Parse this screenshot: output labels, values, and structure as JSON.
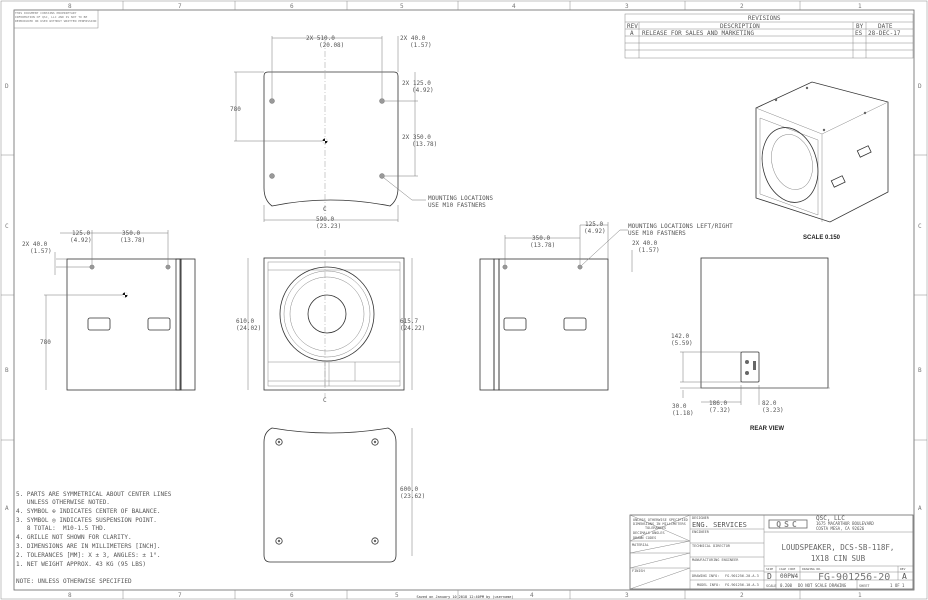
{
  "zones": {
    "columns": [
      "8",
      "7",
      "6",
      "5",
      "4",
      "3",
      "2",
      "1"
    ],
    "rows": [
      "D",
      "C",
      "B",
      "A"
    ]
  },
  "header_note": "THIS DOCUMENT CONTAINS PROPRIETARY INFORMATION OF QSC, LLC AND IS NOT TO BE REPRODUCED OR USED WITHOUT WRITTEN PERMISSION",
  "revisions": {
    "title": "REVISIONS",
    "headers": [
      "REV",
      "DESCRIPTION",
      "BY",
      "DATE"
    ],
    "rows": [
      {
        "rev": "A",
        "description": "RELEASE FOR SALES AND MARKETING",
        "by": "ES",
        "date": "28-DEC-17"
      }
    ]
  },
  "top_view": {
    "dim_holes_x": "2X 510.0",
    "dim_holes_x_in": "(20.08)",
    "dim_edge_x": "2X 40.0",
    "dim_edge_x_in": "(1.57)",
    "dim_edge_y": "2X 125.0",
    "dim_edge_y_in": "(4.92)",
    "dim_holes_y": "2X 350.0",
    "dim_holes_y_in": "(13.78)",
    "dim_cog": "780",
    "dim_width": "590.0",
    "dim_width_in": "(23.23)",
    "centerline": "C",
    "callout_1": "MOUNTING LOCATIONS",
    "callout_2": "USE M10 FASTNERS"
  },
  "left_view": {
    "dim_a": "125.0",
    "dim_a_in": "(4.92)",
    "dim_b": "350.0",
    "dim_b_in": "(13.78)",
    "dim_c": "2X 40.0",
    "dim_c_in": "(1.57)",
    "dim_cog": "780"
  },
  "front_view": {
    "dim_left": "610.0",
    "dim_left_in": "(24.02)",
    "dim_right": "615.7",
    "dim_right_in": "(24.22)",
    "centerline": "C"
  },
  "right_view": {
    "dim_a": "350.0",
    "dim_a_in": "(13.78)",
    "dim_b": "125.0",
    "dim_b_in": "(4.92)",
    "callout_1": "MOUNTING LOCATIONS LEFT/RIGHT",
    "callout_2": "USE M10 FASTNERS",
    "dim_c": "2X 40.0",
    "dim_c_in": "(1.57)"
  },
  "rear_view": {
    "dim_h": "142.0",
    "dim_h_in": "(5.59)",
    "dim_bottom": "30.0",
    "dim_bottom_in": "(1.18)",
    "dim_x": "186.0",
    "dim_x_in": "(7.32)",
    "dim_w": "82.0",
    "dim_w_in": "(3.23)",
    "label": "REAR VIEW"
  },
  "bottom_view": {
    "dim_depth": "600.0",
    "dim_depth_in": "(23.62)"
  },
  "iso_view": {
    "scale_label": "SCALE  0.150"
  },
  "notes": [
    "5. PARTS ARE SYMMETRICAL ABOUT CENTER LINES",
    "   UNLESS OTHERWISE NOTED.",
    "4. SYMBOL ⊕ INDICATES CENTER OF BALANCE.",
    "3. SYMBOL ◎ INDICATES SUSPENSION POINT.",
    "   8 TOTAL:  M10-1.5 THD.",
    "4. GRILLE NOT SHOWN FOR CLARITY.",
    "3. DIMENSIONS ARE IN MILLIMETERS [INCH].",
    "2. TOLERANCES [MM]: X ± 3, ANGLES: ± 1°.",
    "1. NET WEIGHT APPROX. 43 KG (95 LBS)",
    "",
    "NOTE:  UNLESS OTHERWISE SPECIFIED"
  ],
  "title_block": {
    "tolerance_1": "UNLESS OTHERWISE SPECIFIED",
    "tolerance_2": "DIMENSIONS IN MILLIMETERS",
    "tolerance_3": "TOLERANCES",
    "tolerance_4": "DECIMALS    ANGLES",
    "tolerance_5": "DRAWN CODES",
    "material": "MATERIAL",
    "finish": "FINISH",
    "designer_label": "DESIGNER",
    "designer": "ENG. SERVICES",
    "engineer_label": "ENGINEER",
    "tech_director_label": "TECHNICAL DIRECTOR",
    "mfg_engineer_label": "MANUFACTURING ENGINEER",
    "drawing_info_label": "DRAWING INFO:",
    "drawing_info": "FG-901256-20-A-3",
    "model_info_label": "MODEL INFO:",
    "model_info": "FG-901256-10-A-3",
    "company": "QSC, LLC",
    "address_1": "1675 MACARTHUR BOULEVARD",
    "address_2": "COSTA MESA, CA  92626",
    "logo": "QSC",
    "title_1": "LOUDSPEAKER, DCS-SB-118F,",
    "title_2": "1X18 CIN SUB",
    "size_label": "SIZE",
    "size": "D",
    "cage_label": "CAGE CODE",
    "cage": "00PW4",
    "dwg_label": "DRAWING NO.",
    "dwg": "FG-901256-20",
    "rev_label": "REV",
    "rev": "A",
    "scale_label": "SCALE",
    "scale": "0.200",
    "do_not_scale": "DO NOT SCALE DRAWING",
    "sheet_label": "SHEET",
    "sheet": "1 OF 1"
  },
  "footer": "Saved on January 10 2018 12:40PM by (username)"
}
